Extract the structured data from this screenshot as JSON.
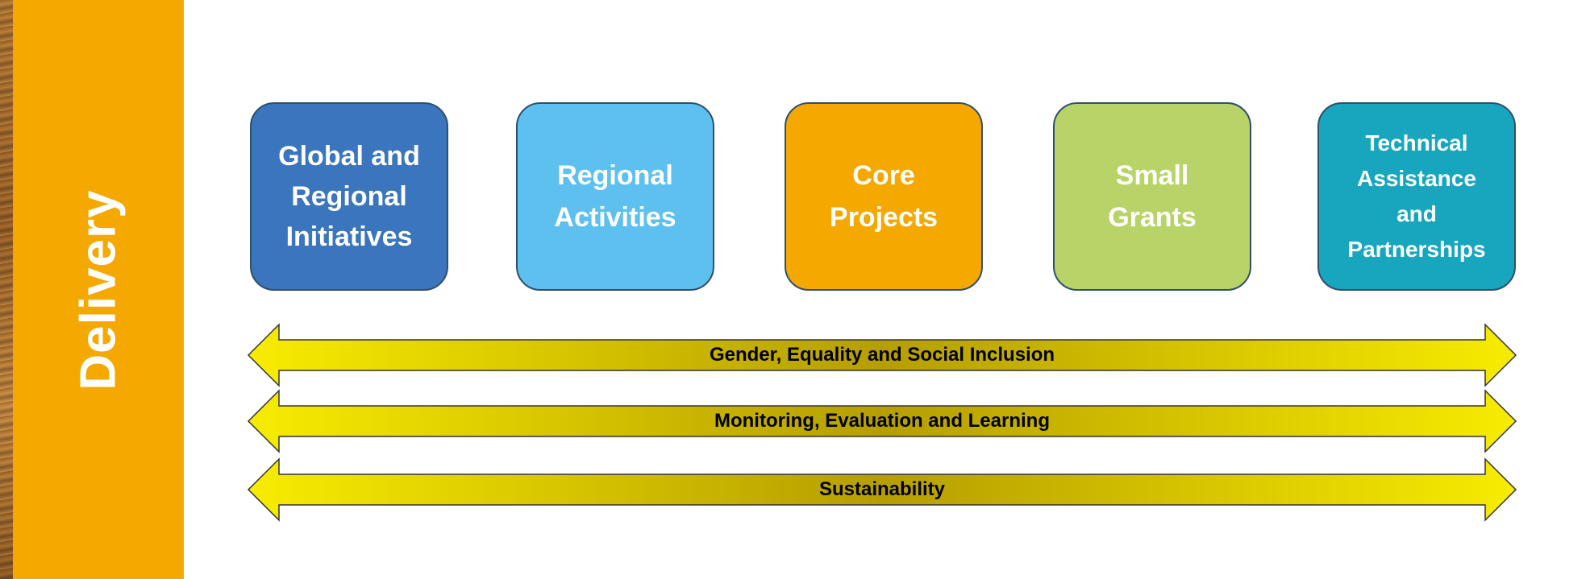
{
  "side_label": "Delivery",
  "boxes": [
    {
      "label": "Global and\nRegional\nInitiatives",
      "color": "#3a75bd"
    },
    {
      "label": "Regional\nActivities",
      "color": "#5dc0ef"
    },
    {
      "label": "Core\nProjects",
      "color": "#f4a800"
    },
    {
      "label": "Small\nGrants",
      "color": "#b8d468"
    },
    {
      "label": "Technical\nAssistance\nand\nPartnerships",
      "color": "#17a6be"
    }
  ],
  "crosscutting": [
    {
      "label": "Gender, Equality and Social Inclusion"
    },
    {
      "label": "Monitoring, Evaluation and Learning"
    },
    {
      "label": "Sustainability"
    }
  ],
  "colors": {
    "band": "#f5a800",
    "arrow_light": "#f7ec00",
    "arrow_dark": "#b59e00"
  }
}
